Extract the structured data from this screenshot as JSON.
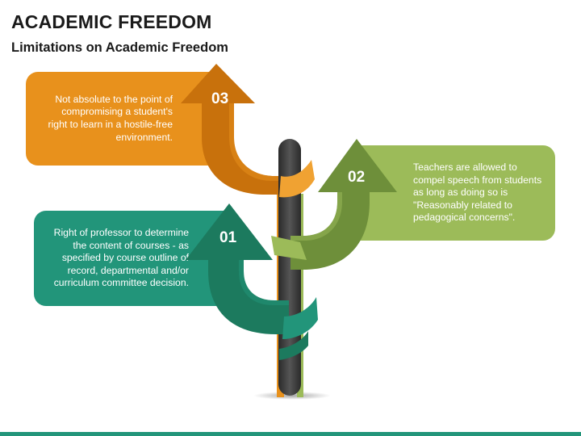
{
  "header": {
    "title": "ACADEMIC FREEDOM",
    "subtitle": "Limitations on Academic Freedom"
  },
  "items": [
    {
      "number": "03",
      "text": "Not absolute to the point of compromising a student's right to learn in a hostile-free environment.",
      "color": "#e8911c",
      "arrow_color": "#c8710c"
    },
    {
      "number": "02",
      "text": "Teachers are allowed to compel speech from students as long as doing so is \"Reasonably related to pedagogical concerns\".",
      "color": "#9cbb59",
      "arrow_color": "#6e8f3a"
    },
    {
      "number": "01",
      "text": "Right of professor to determine the content of courses - as specified by course outline of record, departmental and/or curriculum committee decision.",
      "color": "#22957a",
      "arrow_color": "#1c7a5e"
    }
  ],
  "colors": {
    "pole": "#3a3a3a",
    "accent_bar": "#22957a"
  }
}
